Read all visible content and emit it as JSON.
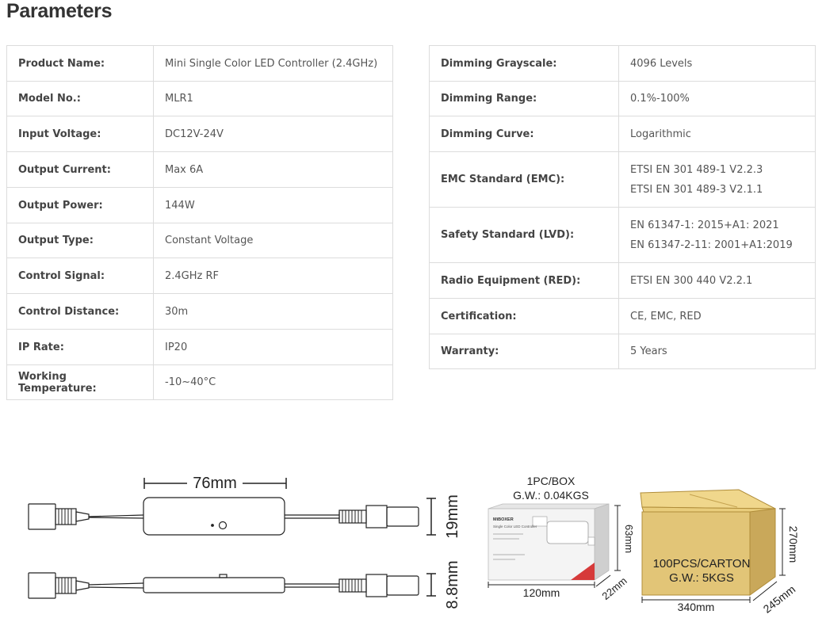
{
  "page": {
    "title": "Parameters"
  },
  "left_table": [
    {
      "label": "Product Name:",
      "value": "Mini Single Color LED Controller (2.4GHz)"
    },
    {
      "label": "Model No.:",
      "value": "MLR1"
    },
    {
      "label": "Input Voltage:",
      "value": "DC12V-24V"
    },
    {
      "label": "Output Current:",
      "value": "Max 6A"
    },
    {
      "label": "Output Power:",
      "value": "144W"
    },
    {
      "label": "Output Type:",
      "value": "Constant Voltage"
    },
    {
      "label": "Control Signal:",
      "value": "2.4GHz RF"
    },
    {
      "label": "Control Distance:",
      "value": "30m"
    },
    {
      "label": "IP Rate:",
      "value": "IP20"
    },
    {
      "label": "Working Temperature:",
      "value": "-10~40°C"
    }
  ],
  "right_table": [
    {
      "label": "Dimming Grayscale:",
      "values": [
        "4096 Levels"
      ]
    },
    {
      "label": "Dimming Range:",
      "values": [
        "0.1%-100%"
      ]
    },
    {
      "label": "Dimming Curve:",
      "values": [
        "Logarithmic"
      ]
    },
    {
      "label": "EMC Standard (EMC):",
      "values": [
        "ETSI EN 301 489-1 V2.2.3",
        "ETSI EN 301 489-3 V2.1.1"
      ]
    },
    {
      "label": "Safety Standard (LVD):",
      "values": [
        "EN 61347-1:  2015+A1: 2021",
        "EN 61347-2-11: 2001+A1:2019"
      ]
    },
    {
      "label": "Radio Equipment (RED):",
      "values": [
        "ETSI EN 300 440 V2.2.1"
      ]
    },
    {
      "label": "Certification:",
      "values": [
        "CE, EMC, RED"
      ]
    },
    {
      "label": "Warranty:",
      "values": [
        "5 Years"
      ]
    }
  ],
  "diagram": {
    "length": "76mm",
    "height": "19mm",
    "thickness": "8.8mm"
  },
  "package": {
    "box_qty": "1PC/BOX",
    "box_weight": "G.W.: 0.04KGS",
    "box_height": "63mm",
    "box_width": "120mm",
    "box_depth": "22mm",
    "carton_qty": "100PCS/CARTON",
    "carton_weight": "G.W.: 5KGS",
    "carton_height": "270mm",
    "carton_width": "340mm",
    "carton_depth": "245mm",
    "box_brand": "MiBOXER",
    "box_product": "Single Color LED Controller"
  },
  "colors": {
    "border": "#dcdcdc",
    "carton": "#e2c577",
    "box_red": "#d63a3a"
  }
}
